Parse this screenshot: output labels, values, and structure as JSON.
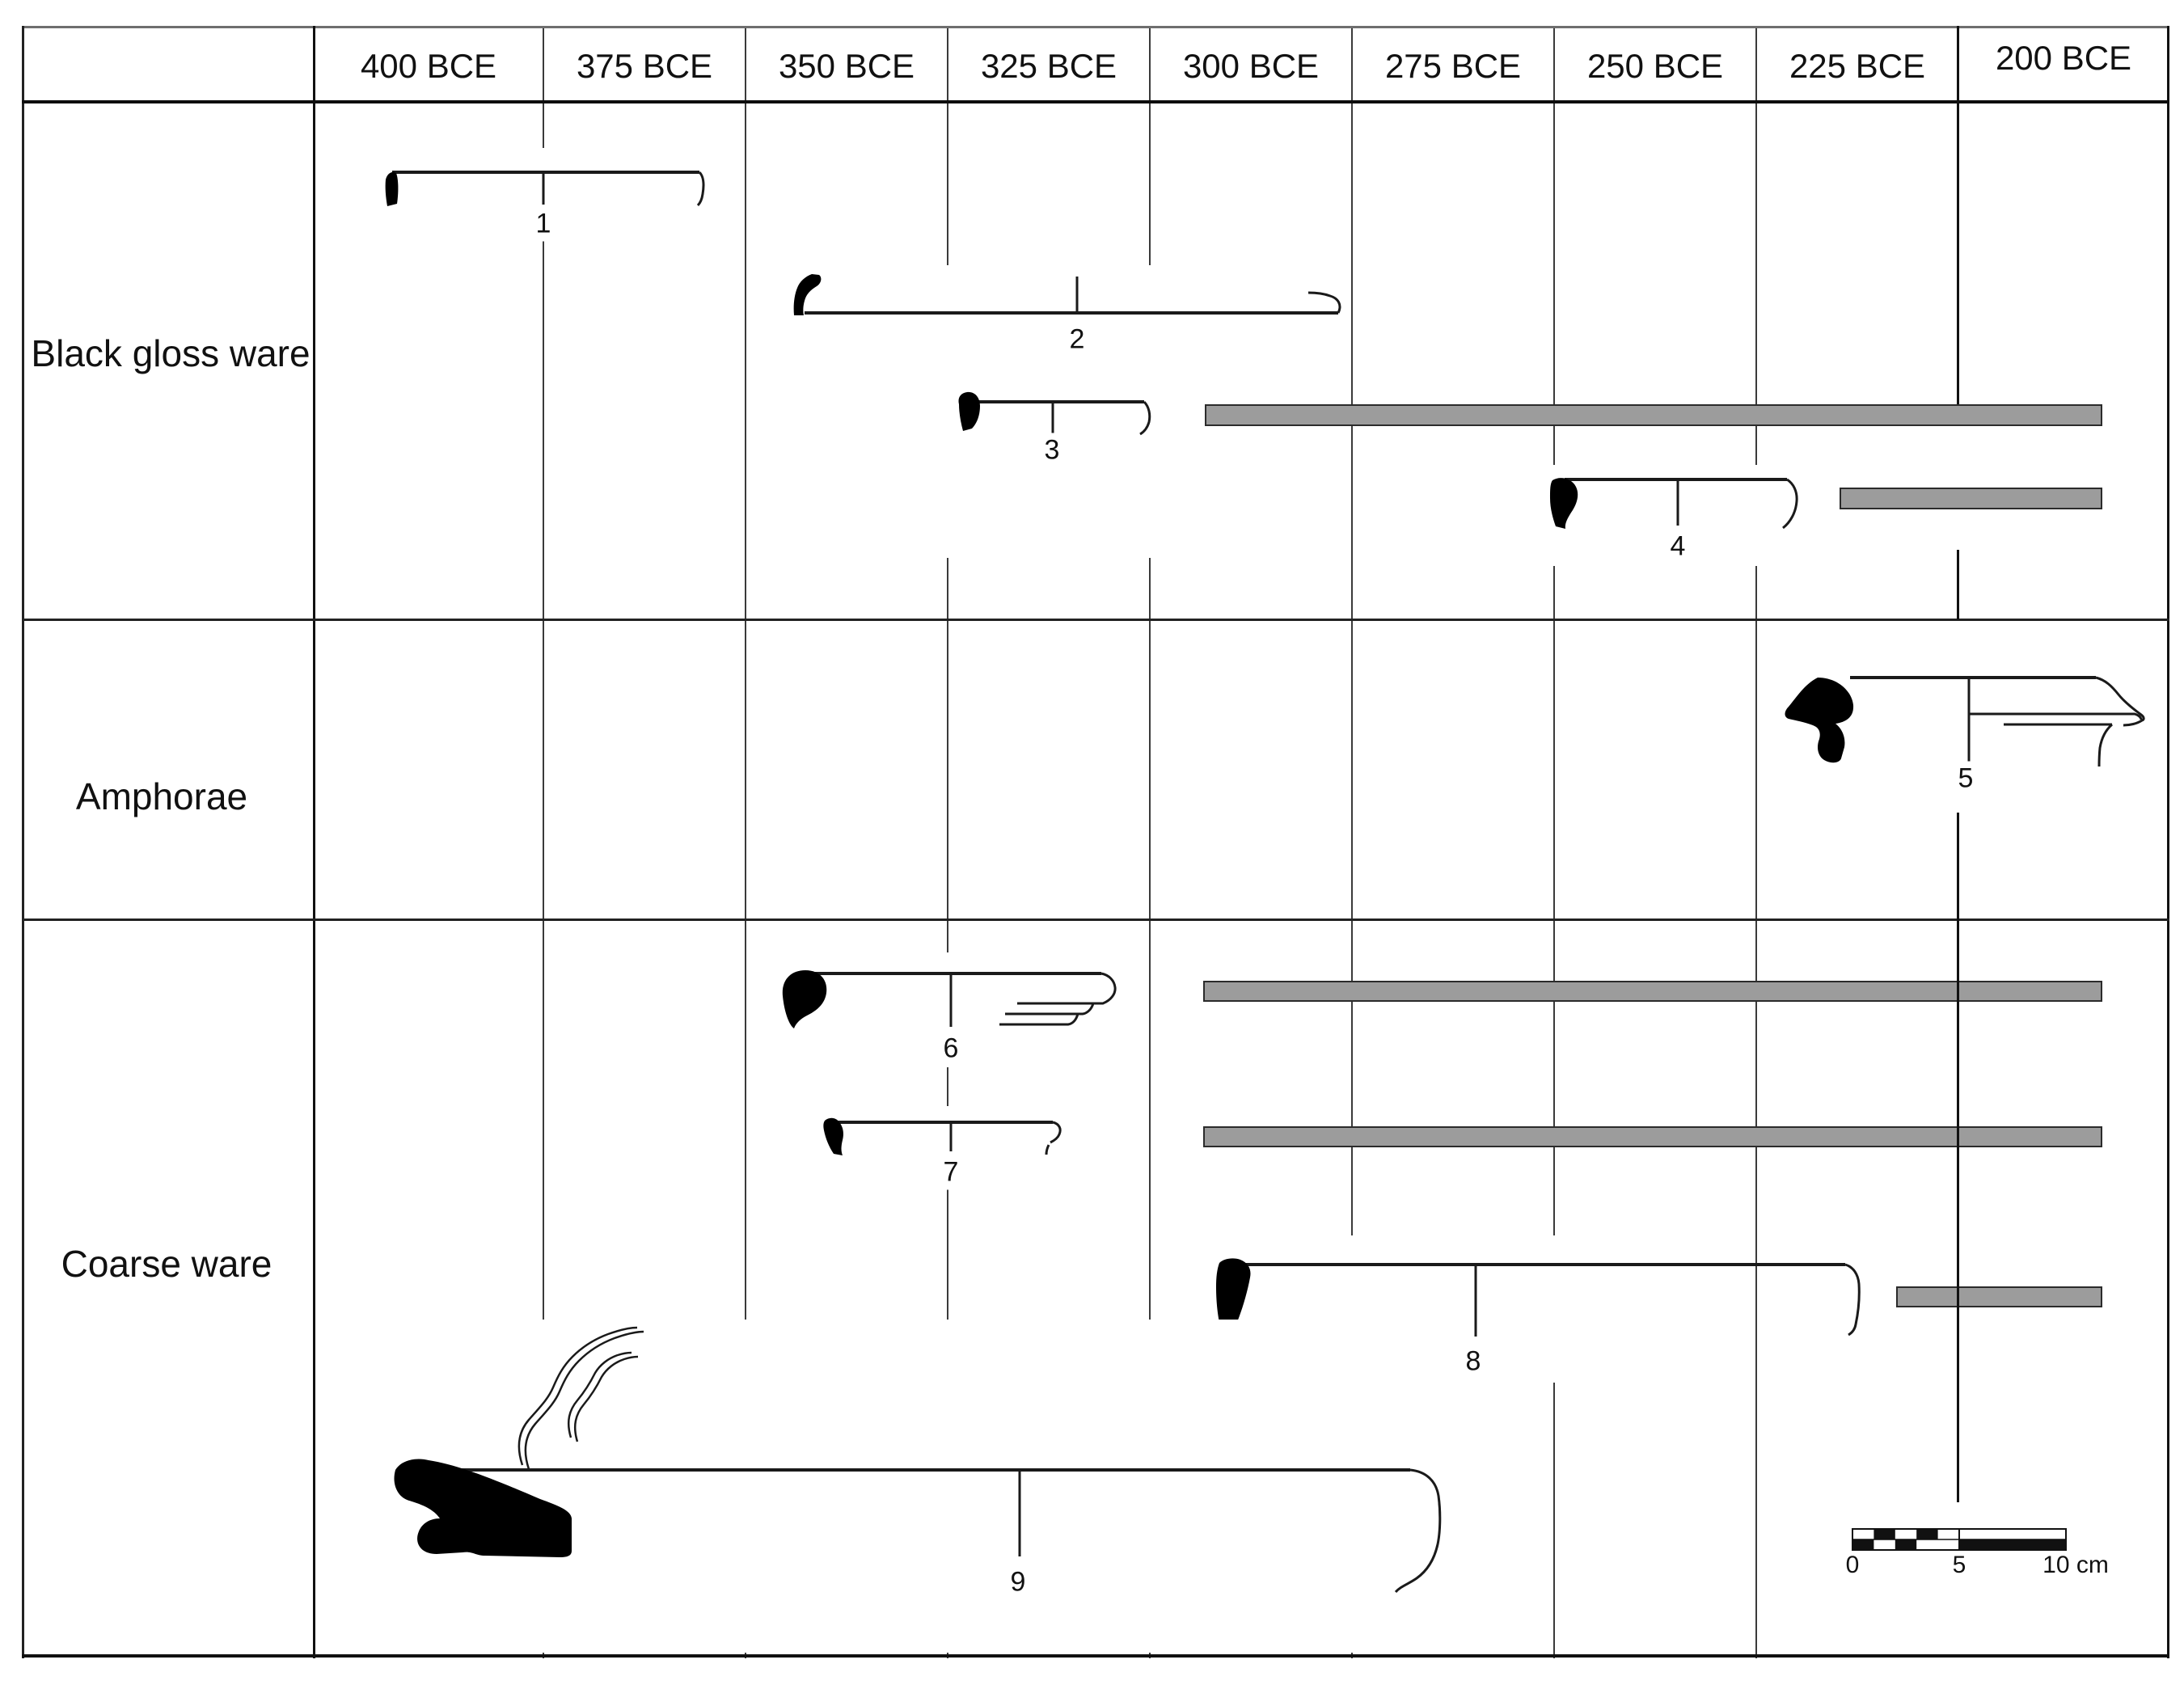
{
  "header": {
    "columns": [
      "400 BCE",
      "375 BCE",
      "350 BCE",
      "325 BCE",
      "300 BCE",
      "275 BCE",
      "250 BCE",
      "225 BCE",
      "200 BCE"
    ]
  },
  "rows": [
    {
      "label": "Black gloss ware"
    },
    {
      "label": "Amphorae"
    },
    {
      "label": "Coarse ware"
    }
  ],
  "figures": [
    {
      "number": "1",
      "row": "Black gloss ware",
      "type": "rim-profile"
    },
    {
      "number": "2",
      "row": "Black gloss ware",
      "type": "rim-profile"
    },
    {
      "number": "3",
      "row": "Black gloss ware",
      "type": "rim-profile"
    },
    {
      "number": "4",
      "row": "Black gloss ware",
      "type": "rim-profile"
    },
    {
      "number": "5",
      "row": "Amphorae",
      "type": "rim-profile"
    },
    {
      "number": "6",
      "row": "Coarse ware",
      "type": "rim-profile"
    },
    {
      "number": "7",
      "row": "Coarse ware",
      "type": "rim-profile"
    },
    {
      "number": "8",
      "row": "Coarse ware",
      "type": "rim-profile"
    },
    {
      "number": "9",
      "row": "Coarse ware",
      "type": "rim-profile-with-combed-decoration"
    }
  ],
  "date_bars": [
    {
      "row": "Black gloss ware",
      "from_column": "300 BCE",
      "to_column": "200 BCE"
    },
    {
      "row": "Black gloss ware",
      "from_column": "225 BCE",
      "to_column": "200 BCE"
    },
    {
      "row": "Coarse ware",
      "from_column": "300 BCE",
      "to_column": "200 BCE"
    },
    {
      "row": "Coarse ware",
      "from_column": "300 BCE",
      "to_column": "200 BCE"
    },
    {
      "row": "Coarse ware",
      "from_column": "225 BCE",
      "to_column": "200 BCE"
    }
  ],
  "scale_bar": {
    "label_0": "0",
    "label_5": "5",
    "label_10": "10 cm"
  },
  "colors": {
    "background": "#ffffff",
    "ink": "#1a1a1a",
    "grid_line": "#3a3a3a",
    "bar_fill": "#9c9c9c",
    "bar_border": "#2b2b2b",
    "top_border": "#6e6e6e"
  }
}
